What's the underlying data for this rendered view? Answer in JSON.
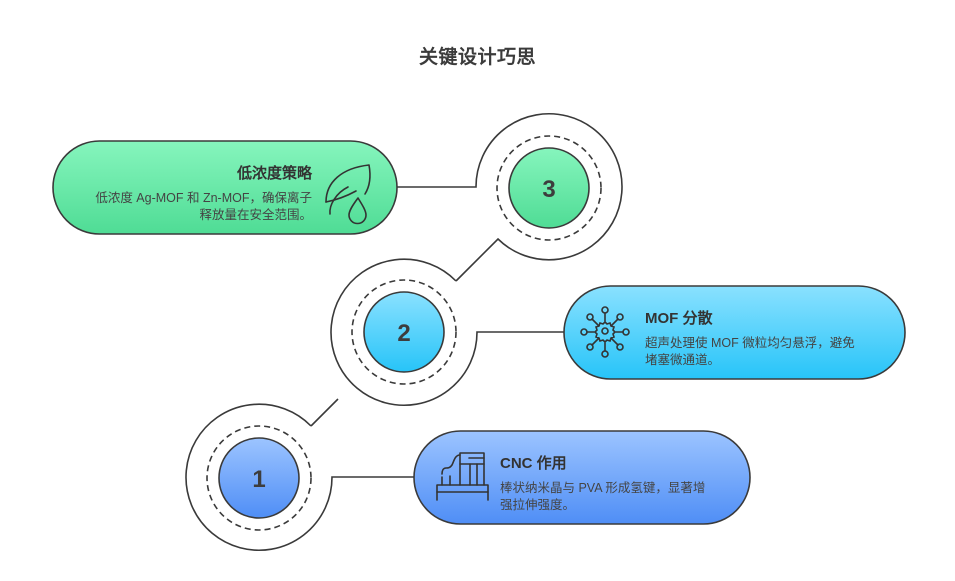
{
  "title": "关键设计巧思",
  "colors": {
    "green_top": "#86f5bd",
    "green_bottom": "#4fdc95",
    "cyan_top": "#8ae1ff",
    "cyan_bottom": "#27c4f8",
    "blue_top": "#9cc4ff",
    "blue_bottom": "#4f8ef6",
    "stroke": "#3a3a3a"
  },
  "steps": [
    {
      "number": "1",
      "title": "CNC 作用",
      "description_line1": "棒状纳米晶与 PVA 形成氢键，显著增",
      "description_line2": "强拉伸强度。",
      "icon": "factory-icon",
      "color": "blue"
    },
    {
      "number": "2",
      "title": "MOF 分散",
      "description_line1": "超声处理使 MOF 微粒均匀悬浮，避免",
      "description_line2": "堵塞微通道。",
      "icon": "gear-network-icon",
      "color": "cyan"
    },
    {
      "number": "3",
      "title": "低浓度策略",
      "description_line1": "低浓度 Ag-MOF 和 Zn-MOF，确保离子",
      "description_line2": "释放量在安全范围。",
      "icon": "leaf-drop-icon",
      "color": "green"
    }
  ]
}
